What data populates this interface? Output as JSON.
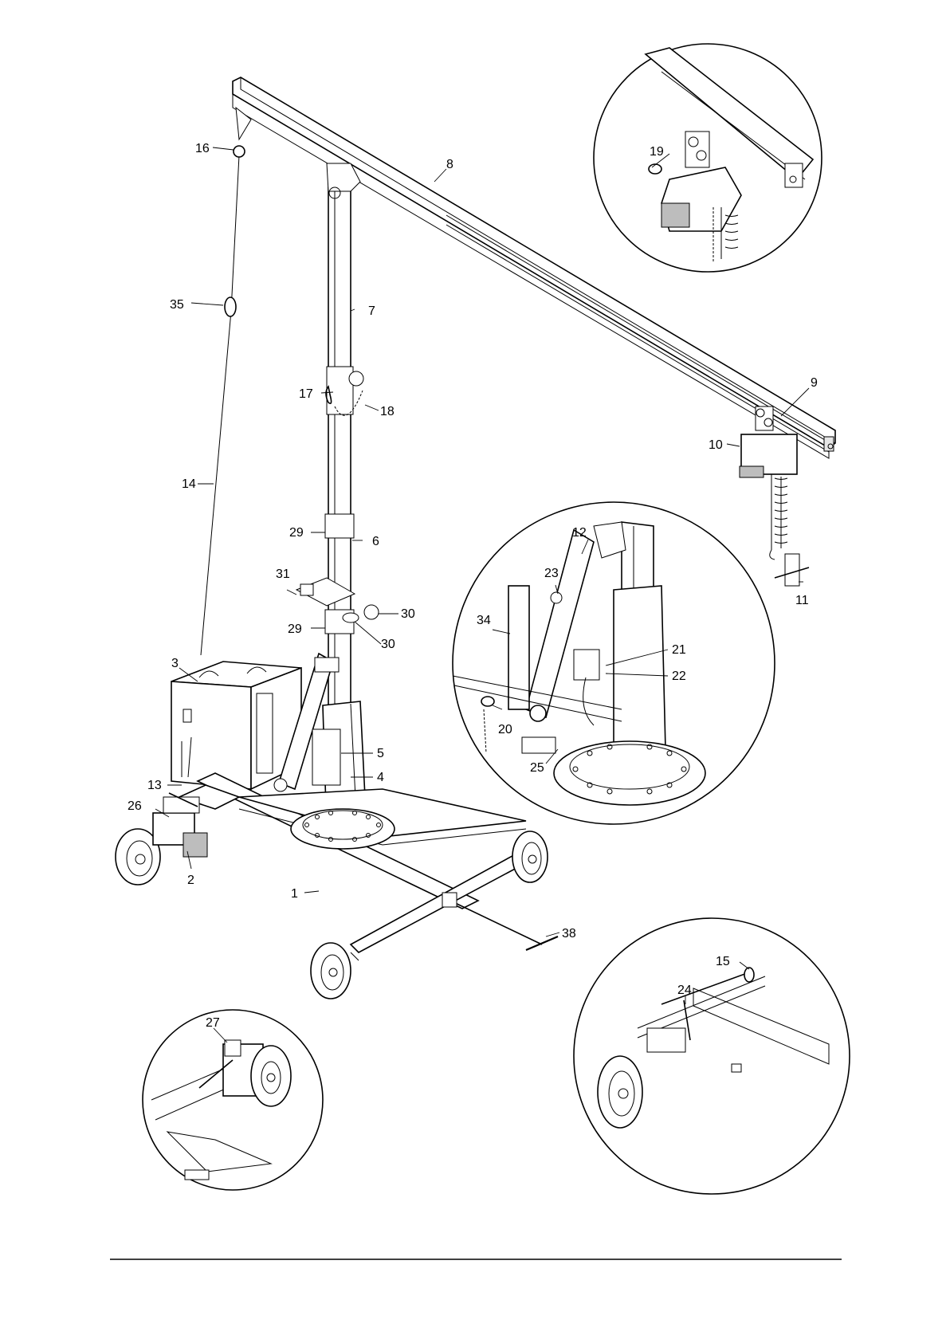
{
  "callouts": [
    {
      "id": "16",
      "text": "16"
    },
    {
      "id": "8",
      "text": "8"
    },
    {
      "id": "19",
      "text": "19"
    },
    {
      "id": "35",
      "text": "35"
    },
    {
      "id": "7",
      "text": "7"
    },
    {
      "id": "17",
      "text": "17"
    },
    {
      "id": "18",
      "text": "18"
    },
    {
      "id": "9",
      "text": "9"
    },
    {
      "id": "10",
      "text": "10"
    },
    {
      "id": "14",
      "text": "14"
    },
    {
      "id": "29a",
      "text": "29"
    },
    {
      "id": "6",
      "text": "6"
    },
    {
      "id": "12",
      "text": "12"
    },
    {
      "id": "23",
      "text": "23"
    },
    {
      "id": "11",
      "text": "11"
    },
    {
      "id": "31",
      "text": "31"
    },
    {
      "id": "30a",
      "text": "30"
    },
    {
      "id": "34",
      "text": "34"
    },
    {
      "id": "29b",
      "text": "29"
    },
    {
      "id": "30b",
      "text": "30"
    },
    {
      "id": "21",
      "text": "21"
    },
    {
      "id": "22",
      "text": "22"
    },
    {
      "id": "3",
      "text": "3"
    },
    {
      "id": "20",
      "text": "20"
    },
    {
      "id": "5",
      "text": "5"
    },
    {
      "id": "25",
      "text": "25"
    },
    {
      "id": "4",
      "text": "4"
    },
    {
      "id": "13",
      "text": "13"
    },
    {
      "id": "26",
      "text": "26"
    },
    {
      "id": "2",
      "text": "2"
    },
    {
      "id": "1",
      "text": "1"
    },
    {
      "id": "38",
      "text": "38"
    },
    {
      "id": "15",
      "text": "15"
    },
    {
      "id": "24",
      "text": "24"
    },
    {
      "id": "27",
      "text": "27"
    }
  ]
}
